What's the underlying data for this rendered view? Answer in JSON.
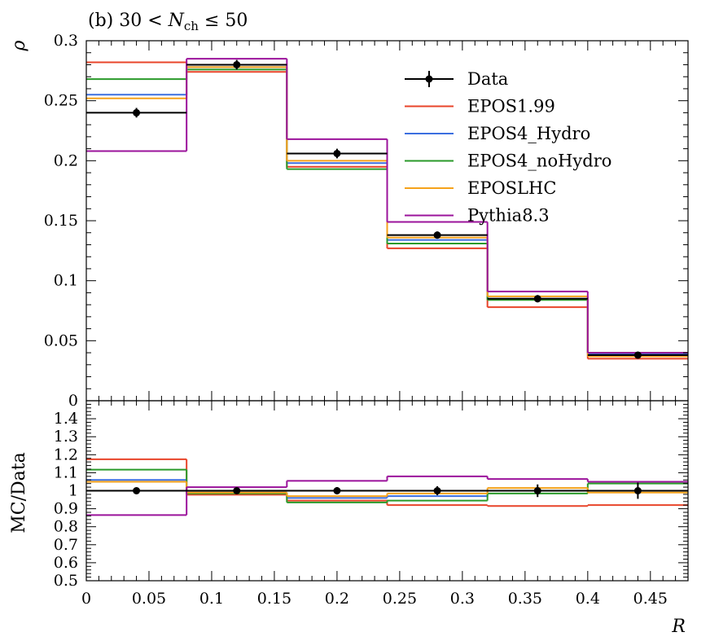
{
  "chart_data": {
    "type": "line",
    "title": "(b) 30 < N_ch ≤ 50",
    "title_parts": {
      "prefix": "(b) 30 < ",
      "var": "N",
      "sub": "ch",
      "suffix": " ≤ 50"
    },
    "xlabel": "R",
    "ylabel_main": "ρ",
    "ylabel_ratio": "MC/Data",
    "xlim": [
      0,
      0.48
    ],
    "ylim_main": [
      0,
      0.3
    ],
    "ylim_ratio": [
      0.5,
      1.5
    ],
    "bin_edges": [
      0,
      0.08,
      0.16,
      0.24,
      0.32,
      0.4,
      0.48
    ],
    "x_ticks": [
      {
        "value": 0,
        "label": "0"
      },
      {
        "value": 0.05,
        "label": "0.05"
      },
      {
        "value": 0.1,
        "label": "0.1"
      },
      {
        "value": 0.15,
        "label": "0.15"
      },
      {
        "value": 0.2,
        "label": "0.2"
      },
      {
        "value": 0.25,
        "label": "0.25"
      },
      {
        "value": 0.3,
        "label": "0.3"
      },
      {
        "value": 0.35,
        "label": "0.35"
      },
      {
        "value": 0.4,
        "label": "0.4"
      },
      {
        "value": 0.45,
        "label": "0.45"
      }
    ],
    "y_ticks_main": [
      {
        "value": 0,
        "label": "0"
      },
      {
        "value": 0.05,
        "label": "0.05"
      },
      {
        "value": 0.1,
        "label": "0.1"
      },
      {
        "value": 0.15,
        "label": "0.15"
      },
      {
        "value": 0.2,
        "label": "0.2"
      },
      {
        "value": 0.25,
        "label": "0.25"
      },
      {
        "value": 0.3,
        "label": "0.3"
      }
    ],
    "y_ticks_ratio": [
      {
        "value": 0.5,
        "label": "0.5"
      },
      {
        "value": 0.6,
        "label": "0.6"
      },
      {
        "value": 0.7,
        "label": "0.7"
      },
      {
        "value": 0.8,
        "label": "0.8"
      },
      {
        "value": 0.9,
        "label": "0.9"
      },
      {
        "value": 1.0,
        "label": "1"
      },
      {
        "value": 1.1,
        "label": "1.1"
      },
      {
        "value": 1.2,
        "label": "1.2"
      },
      {
        "value": 1.3,
        "label": "1.3"
      },
      {
        "value": 1.4,
        "label": "1.4"
      }
    ],
    "data": {
      "name": "Data",
      "color": "#000000",
      "x": [
        0.04,
        0.12,
        0.2,
        0.28,
        0.36,
        0.44
      ],
      "y": [
        0.24,
        0.28,
        0.206,
        0.138,
        0.085,
        0.038
      ],
      "yerr": [
        0.004,
        0.004,
        0.004,
        0.003,
        0.003,
        0.002
      ],
      "ratio_err": [
        0.01,
        0.01,
        0.02,
        0.025,
        0.035,
        0.045
      ]
    },
    "series": [
      {
        "name": "EPOS1.99",
        "color": "#e8442a",
        "values": [
          0.282,
          0.274,
          0.195,
          0.127,
          0.078,
          0.035
        ],
        "ratio": [
          1.175,
          0.978,
          0.945,
          0.92,
          0.915,
          0.92
        ]
      },
      {
        "name": "EPOS4_Hydro",
        "color": "#3b6fe0",
        "values": [
          0.255,
          0.278,
          0.198,
          0.134,
          0.085,
          0.039
        ],
        "ratio": [
          1.06,
          0.99,
          0.96,
          0.97,
          1.0,
          1.0
        ]
      },
      {
        "name": "EPOS4_noHydro",
        "color": "#2a9a2a",
        "values": [
          0.268,
          0.276,
          0.193,
          0.131,
          0.084,
          0.04
        ],
        "ratio": [
          1.117,
          0.985,
          0.935,
          0.945,
          0.985,
          1.04
        ]
      },
      {
        "name": "EPOSLHC",
        "color": "#f5a21b",
        "values": [
          0.252,
          0.278,
          0.2,
          0.136,
          0.087,
          0.037
        ],
        "ratio": [
          1.05,
          0.99,
          0.97,
          0.985,
          1.015,
          0.99
        ]
      },
      {
        "name": "Pythia8.3",
        "color": "#9b139b",
        "values": [
          0.208,
          0.285,
          0.218,
          0.149,
          0.091,
          0.04
        ],
        "ratio": [
          0.865,
          1.02,
          1.055,
          1.08,
          1.065,
          1.05
        ]
      }
    ],
    "legend_position": "top-right",
    "grid": false
  }
}
